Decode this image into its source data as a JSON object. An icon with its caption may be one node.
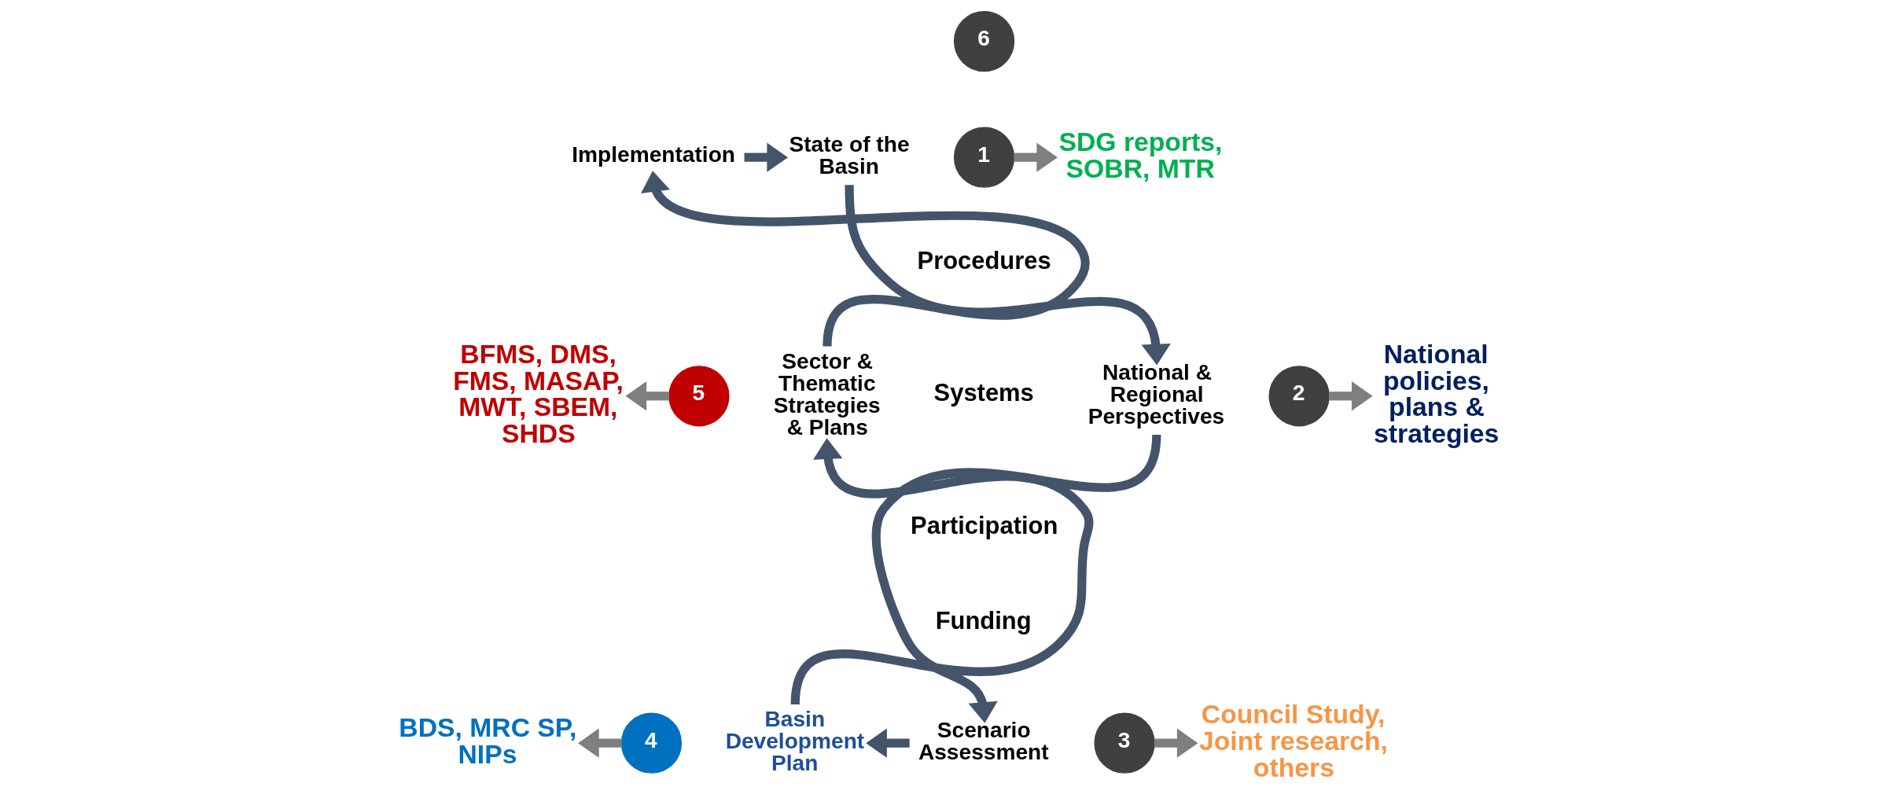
{
  "diagram": {
    "nodes": [
      {
        "text": [
          "State of the Basin"
        ]
      },
      {
        "text": [
          "1"
        ]
      },
      {
        "text": [
          "SDG reports, SOBR, MTR"
        ]
      },
      {
        "text": [
          "National & Regional Perspectives"
        ]
      },
      {
        "text": [
          "2"
        ]
      },
      {
        "text": [
          "National policies, plans & strategies"
        ]
      },
      {
        "text": [
          "Scenario Assessment"
        ]
      },
      {
        "text": [
          "3"
        ]
      },
      {
        "text": [
          "Council Study, Joint research, others"
        ]
      },
      {
        "text": [
          "Basin Development Plan"
        ]
      },
      {
        "text": [
          "4"
        ]
      },
      {
        "text": [
          "BDS, MRC SP, NIPs"
        ]
      },
      {
        "text": [
          "Sector & Thematic Strategies & Plans"
        ]
      },
      {
        "text": [
          "5"
        ]
      },
      {
        "text": [
          "BFMS, DMS, FMS, MASAP, MWT, SBEM, SHDS"
        ]
      },
      {
        "text": [
          "Implementation"
        ]
      },
      {
        "text": [
          "6"
        ]
      }
    ],
    "edges": [
      {
        "from": 0,
        "to": 3,
        "arrow": "to"
      },
      {
        "from": 3,
        "to": 6,
        "arrow": "to"
      },
      {
        "from": 6,
        "to": 9,
        "arrow": "to"
      },
      {
        "from": 9,
        "to": 12,
        "arrow": "to"
      },
      {
        "from": 12,
        "to": 15,
        "arrow": "to"
      },
      {
        "from": 15,
        "to": 0,
        "arrow": "to"
      },
      {
        "from": 1,
        "to": 2,
        "arrow": "to",
        "color": "#7f7f7f"
      },
      {
        "from": 4,
        "to": 5,
        "arrow": "to",
        "color": "#7f7f7f"
      },
      {
        "from": 7,
        "to": 8,
        "arrow": "to",
        "color": "#7f7f7f"
      },
      {
        "from": 10,
        "to": 11,
        "arrow": "to",
        "color": "#7f7f7f"
      },
      {
        "from": 13,
        "to": 14,
        "arrow": "to",
        "color": "#7f7f7f"
      }
    ],
    "labels": [
      "Procedures",
      "Systems",
      "Participation",
      "Funding"
    ]
  }
}
